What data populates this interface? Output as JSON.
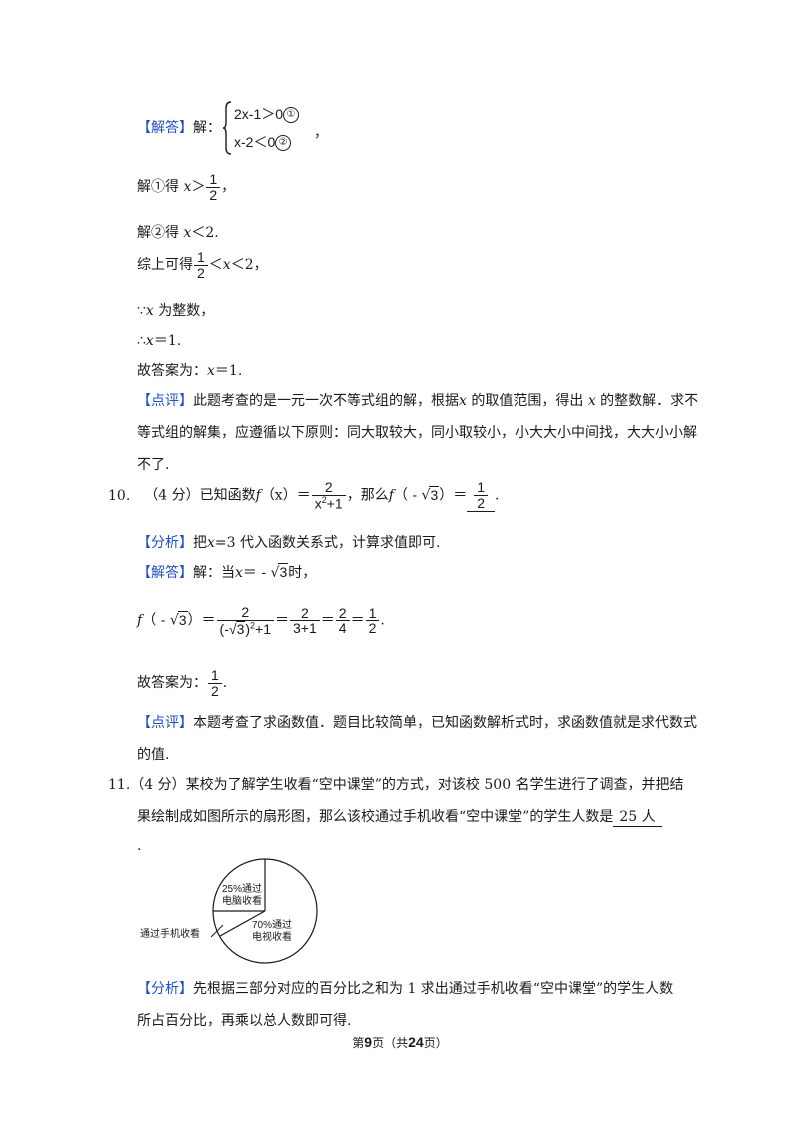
{
  "q9": {
    "jieda_tag": "【解答】",
    "jie": "解：",
    "ineq1": "2x-1＞0",
    "ineq1_mark": "①",
    "ineq2": "x-2＜0",
    "ineq2_mark": "②",
    "sys_comma": "，",
    "step1_prefix": "解①得 ",
    "step1_var": "x",
    "step1_rel": "＞",
    "step1_num": "1",
    "step1_den": "2",
    "step1_end": "，",
    "step2": "解②得 ",
    "step2_var": "x",
    "step2_rest": "＜2.",
    "step3_prefix": "综上可得",
    "step3_num": "1",
    "step3_den": "2",
    "step3_rel": "＜",
    "step3_var": "x",
    "step3_rest": "＜2，",
    "step4_because": "∵",
    "step4_var": "x",
    "step4_rest": " 为整数，",
    "step5_therefore": "∴",
    "step5_var": "x",
    "step5_rest": "＝1.",
    "answer_prefix": "故答案为：",
    "answer_var": "x",
    "answer_rest": "＝1.",
    "comment_tag": "【点评】",
    "comment_line1_a": "此题考查的是一元一次不等式组的解，根据",
    "comment_var1": "x",
    "comment_line1_b": " 的取值范围，得出 ",
    "comment_var2": "x",
    "comment_line1_c": " 的整数解．求不",
    "comment_line2": "等式组的解集，应遵循以下原则：同大取较大，同小取较小，小大大小中间找，大大小小解",
    "comment_line3": "不了."
  },
  "q10": {
    "number": "10.",
    "stem_a": "（4 分）已知函数",
    "f": "f",
    "stem_x": "（x）",
    "stem_eq": "＝",
    "def_num": "2",
    "def_den_x": "x",
    "def_den_exp": "2",
    "def_den_rest": "+1",
    "stem_b": "，那么",
    "f2": "f",
    "arg_open": "（ - ",
    "arg_sqrt": "3",
    "arg_close": "）＝",
    "ans_num": "1",
    "ans_den": "2",
    "ans_end": ".",
    "analysis_tag": "【分析】",
    "analysis_a": "把",
    "analysis_var": "x",
    "analysis_b": "=3 代入函数关系式，计算求值即可.",
    "jieda_tag": "【解答】",
    "jieda_a": "解：当",
    "jieda_var": "x",
    "jieda_b": "＝ - ",
    "jieda_sqrt": "3",
    "jieda_c": "时，",
    "calc_f": "f",
    "calc_open": "（ - ",
    "calc_sqrt": "3",
    "calc_close": "）＝",
    "calc1_num": "2",
    "calc1_den_a": "(-",
    "calc1_den_sqrt": "3",
    "calc1_den_b": ")",
    "calc1_den_exp": "2",
    "calc1_den_c": "+1",
    "calc2_num": "2",
    "calc2_den": "3+1",
    "calc3_num": "2",
    "calc3_den": "4",
    "calc4_num": "1",
    "calc4_den": "2",
    "calc_end": ".",
    "answer_prefix": "故答案为：",
    "answer_num": "1",
    "answer_den": "2",
    "answer_end": ".",
    "comment_tag": "【点评】",
    "comment_line1": "本题考查了求函数值．题目比较简单，已知函数解析式时，求函数值就是求代数式",
    "comment_line2": "的值."
  },
  "q11": {
    "number": "11.",
    "stem_line1": "（4 分）某校为了解学生收看“空中课堂”的方式，对该校 500 名学生进行了调查，并把结",
    "stem_line2": "果绘制成如图所示的扇形图，那么该校通过手机收看“空中课堂”的学生人数是",
    "answer": "25 人",
    "stem_line3": ".",
    "pie": {
      "label_computer_1": "25%通过",
      "label_computer_2": "电脑收看",
      "label_tv_1": "70%通过",
      "label_tv_2": "电视收看",
      "label_phone": "通过手机收看"
    },
    "analysis_tag": "【分析】",
    "analysis_line1": "先根据三部分对应的百分比之和为 1 求出通过手机收看“空中课堂”的学生人数",
    "analysis_line2": "所占百分比，再乘以总人数即可得."
  },
  "footer": {
    "prefix": "第",
    "page": "9",
    "mid": "页（共",
    "total": "24",
    "suffix": "页）"
  }
}
